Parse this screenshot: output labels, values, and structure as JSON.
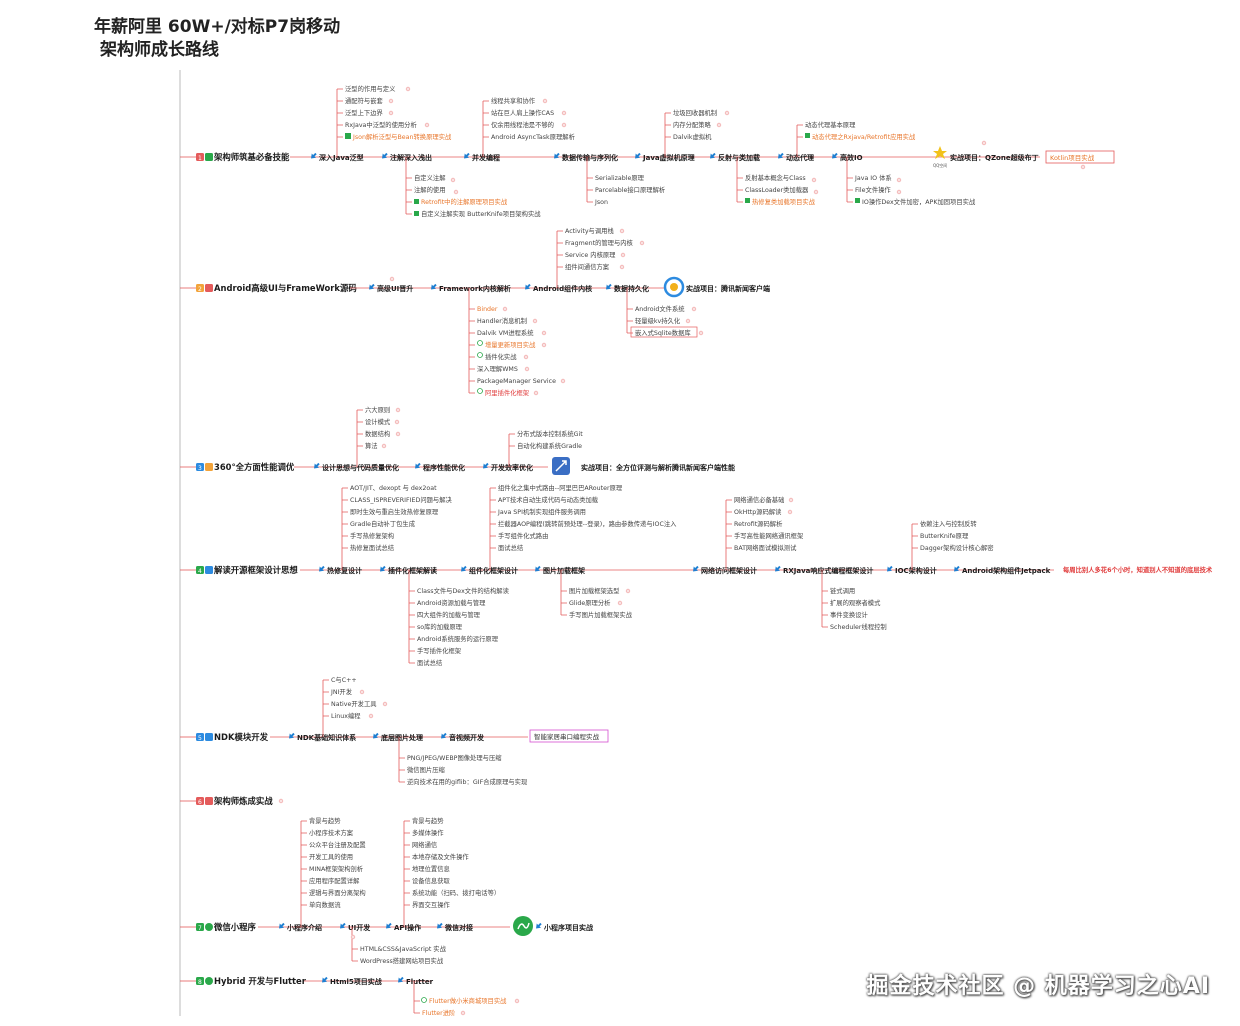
{
  "title": {
    "line1": "年薪阿里 60W+/对标P7岗移动",
    "line2": "架构师成长路线"
  },
  "watermark": "掘金技术社区 @ 机器学习之心AI",
  "badges": [
    "1",
    "2",
    "3",
    "4",
    "5",
    "6",
    "7",
    "8"
  ],
  "s1": {
    "section": "架构师筑基必备技能",
    "nodes": [
      "深入Java泛型",
      "注解深入浅出",
      "并发编程",
      "数据传输与序列化",
      "Java虚拟机原理",
      "反射与类加载",
      "动态代理",
      "高效IO",
      "实战项目：QZone超级布丁"
    ],
    "qq": "QQ空间",
    "kotlin": "Kotlin项目实战",
    "generics": [
      "泛型的作用与定义",
      "通配符与嵌套",
      "泛型上下边界",
      "RxJava中泛型的使用分析",
      "Json解析泛型与Bean转换原理实战"
    ],
    "annotations": [
      "自定义注解",
      "注解的使用",
      "Retrofit中的注解原理项目实战",
      "自定义注解实现 ButterKnife项目架构实战"
    ],
    "concurrency": [
      "线程共享和协作",
      "站在巨人肩上操作CAS",
      "仅余用线程池是不够的",
      "Android AsyncTask原理解析"
    ],
    "serialization": [
      "Serializable原理",
      "Parcelable接口原理解析",
      "Json"
    ],
    "jvm": [
      "垃圾回收器机制",
      "内存分配策略",
      "Dalvik虚拟机"
    ],
    "reflection": [
      "反射基本概念与Class",
      "ClassLoader类加载器",
      "热修复类加载项目实战"
    ],
    "proxy": [
      "动态代理基本原理",
      "动态代理之Rxjava/Retrofit应用实战"
    ],
    "io": [
      "Java IO 体系",
      "File文件操作",
      "IO操作Dex文件加密，APK加固项目实战"
    ]
  },
  "s2": {
    "section": "Android高级UI与FrameWork源码",
    "nodes": [
      "高级UI晋升",
      "Framework内核解析",
      "Android组件内核",
      "数据持久化",
      "实战项目：腾讯新闻客户端"
    ],
    "components": [
      "Activity与调用栈",
      "Fragment的管理与内核",
      "Service 内核原理",
      "组件间通信方案"
    ],
    "framework": [
      "Binder",
      "Handler消息机制",
      "Dalvik VM进程系统",
      "增量更新项目实战",
      "插件化实战",
      "深入理解WMS",
      "PackageManager Service",
      "阿里插件化框架"
    ],
    "persistence": [
      "Android文件系统",
      "轻量级kv持久化",
      "嵌入式Sqlite数据库"
    ]
  },
  "s3": {
    "section": "360°全方面性能调优",
    "nodes": [
      "设计思想与代码质量优化",
      "程序性能优化",
      "开发效率优化",
      "实战项目：全方位评测与解析腾讯新闻客户端性能"
    ],
    "design": [
      "六大原则",
      "设计模式",
      "数据结构",
      "算法"
    ],
    "efficiency": [
      "分布式版本控制系统Git",
      "自动化构建系统Gradle"
    ]
  },
  "s4": {
    "section": "解读开源框架设计思想",
    "nodes": [
      "热修复设计",
      "插件化框架解读",
      "组件化框架设计",
      "图片加载框架",
      "网络访问框架设计",
      "RXJava响应式编程框架设计",
      "IOC架构设计",
      "Android架构组件Jetpack"
    ],
    "slogan": "每周比别人多花6个小时，知道别人不知道的底层技术",
    "hotfix": [
      "AOT/JIT、dexopt 与 dex2oat",
      "CLASS_ISPREVERIFIED问题与解决",
      "即时生效与重启生效热修复原理",
      "Gradle自动补丁包生成",
      "手写热修复架构",
      "热修复面试总结"
    ],
    "plugin": [
      "Class文件与Dex文件的结构解读",
      "Android资源加载与管理",
      "四大组件的加载与管理",
      "so库的加载原理",
      "Android系统服务的运行原理",
      "手写插件化框架",
      "面试总结"
    ],
    "componentized": [
      "组件化之集中式路由--阿里巴巴ARouter原理",
      "APT技术自动生成代码与动态类加载",
      "Java SPI机制实现组件服务调用",
      "拦截器AOP编程(跳转前预处理--登录)，路由参数传递与IOC注入",
      "手写组件化式路由",
      "面试总结"
    ],
    "image": [
      "图片加载框架选型",
      "Glide原理分析",
      "手写图片加载框架实战"
    ],
    "network": [
      "网络通信必备基础",
      "OkHttp源码解读",
      "Retrofit源码解析",
      "手写高性能网络通讯框架",
      "BAT网络面试模拟测试"
    ],
    "rxjava": [
      "链式调用",
      "扩展的观察者模式",
      "事件变换设计",
      "Scheduler线程控制"
    ],
    "ioc": [
      "依赖注入与控制反转",
      "ButterKnife原理",
      "Dagger架构设计核心解密"
    ]
  },
  "s5": {
    "section": "NDK模块开发",
    "nodes": [
      "NDK基础知识体系",
      "底层图片处理",
      "音视频开发"
    ],
    "project": "智能家居串口编程实战",
    "basics": [
      "C与C++",
      "JNI开发",
      "Native开发工具",
      "Linux编程"
    ],
    "image": [
      "PNG/JPEG/WEBP图像处理与压缩",
      "微信图片压缩",
      "逆向技术在用的giflib：GIF合成原理与实现"
    ]
  },
  "s6": {
    "section": "架构师炼成实战"
  },
  "s7": {
    "section": "微信小程序",
    "nodes": [
      "小程序介绍",
      "UI开发",
      "API操作",
      "微信对接",
      "小程序项目实战"
    ],
    "intro": [
      "背景与趋势",
      "小程序技术方案",
      "公众平台注册及配置",
      "开发工具的使用",
      "MINA框架架构剖析",
      "应用程序配置详解",
      "逻辑与界面分离架构",
      "单向数据流"
    ],
    "api": [
      "背景与趋势",
      "多媒体操作",
      "网络通信",
      "本地存储及文件操作",
      "地理位置信息",
      "设备信息获取",
      "系统功能（扫码、拨打电话等）",
      "界面交互操作"
    ],
    "ui": [
      "HTML&CSS&JavaScript 实战",
      "WordPress搭建网站项目实战"
    ]
  },
  "s8": {
    "section": "Hybrid 开发与Flutter",
    "nodes": [
      "Html5项目实战",
      "Flutter"
    ],
    "flutter": [
      "Flutter做小米商城项目实战",
      "Flutter进阶"
    ]
  }
}
